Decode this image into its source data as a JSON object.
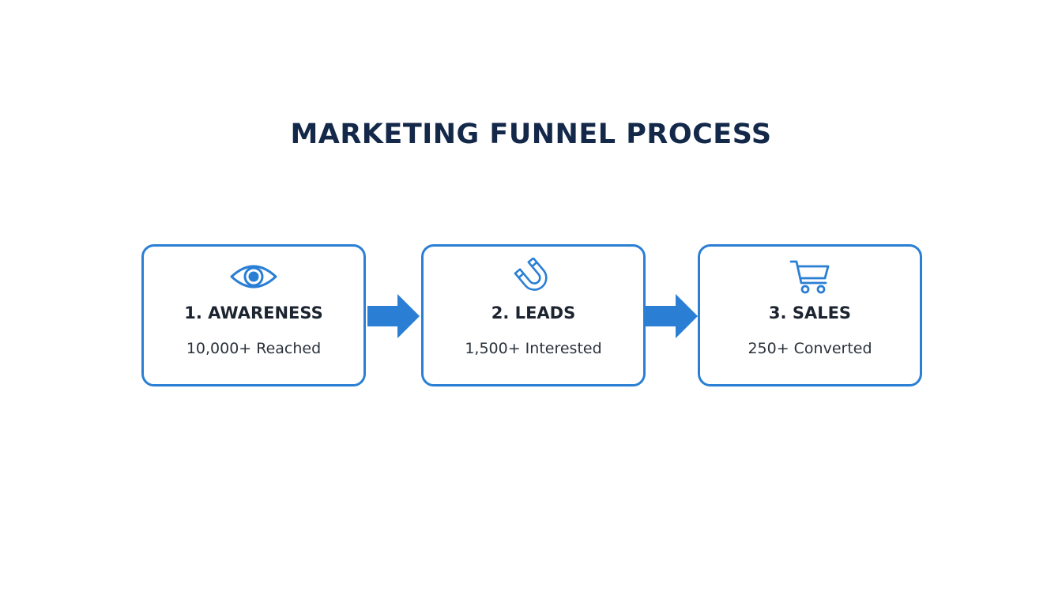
{
  "title": "MARKETING FUNNEL PROCESS",
  "colors": {
    "accent": "#2a7fd4",
    "title": "#14294a",
    "text": "#1c2430"
  },
  "stages": [
    {
      "icon": "eye-icon",
      "label": "1. AWARENESS",
      "value": "10,000+ Reached"
    },
    {
      "icon": "magnet-icon",
      "label": "2. LEADS",
      "value": "1,500+ Interested"
    },
    {
      "icon": "shopping-cart-icon",
      "label": "3. SALES",
      "value": "250+ Converted"
    }
  ]
}
